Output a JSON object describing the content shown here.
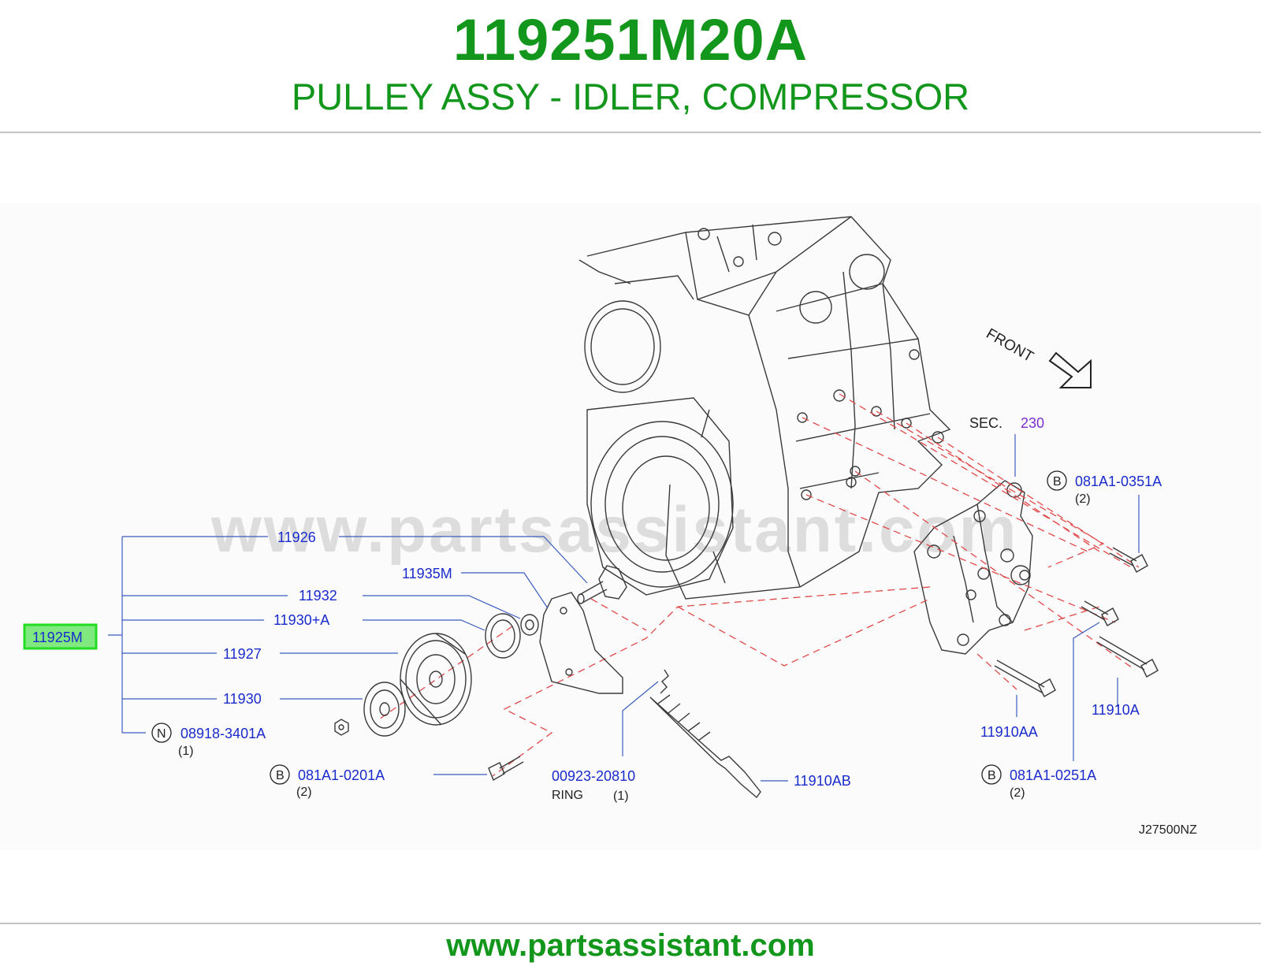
{
  "header": {
    "part_number": "119251M20A",
    "description": "PULLEY ASSY - IDLER, COMPRESSOR"
  },
  "diagram": {
    "watermark": "www.partsassistant.com",
    "front_label": "FRONT",
    "section_label": "SEC.",
    "section_number": "230",
    "diagram_code": "J27500NZ",
    "assembly": {
      "label": "11925M",
      "highlighted": true
    },
    "labels": {
      "p11926": "11926",
      "p11935m": "11935M",
      "p11932": "11932",
      "p11930a": "11930+A",
      "p11927": "11927",
      "p11930": "11930",
      "p08918_num": "08918-3401A",
      "p08918_mark": "N",
      "p08918_qty": "(1)",
      "p0201_num": "081A1-0201A",
      "p0201_mark": "B",
      "p0201_qty": "(2)",
      "p00923_num": "00923-20810",
      "p00923_name": "RING",
      "p00923_qty": "(1)",
      "p11910ab": "11910AB",
      "p0351_num": "081A1-0351A",
      "p0351_mark": "B",
      "p0351_qty": "(2)",
      "p11910aa": "11910AA",
      "p11910a": "11910A",
      "p0251_num": "081A1-0251A",
      "p0251_mark": "B",
      "p0251_qty": "(2)"
    }
  },
  "footer": {
    "url": "www.partsassistant.com"
  },
  "colors": {
    "brand_green": "#13961c",
    "part_link_blue": "#1a2bcc",
    "section_purple": "#7b2fd0",
    "leader_blue": "#3a5cc0",
    "dashed_red": "#e04848",
    "highlight_green": "#22dd22"
  }
}
